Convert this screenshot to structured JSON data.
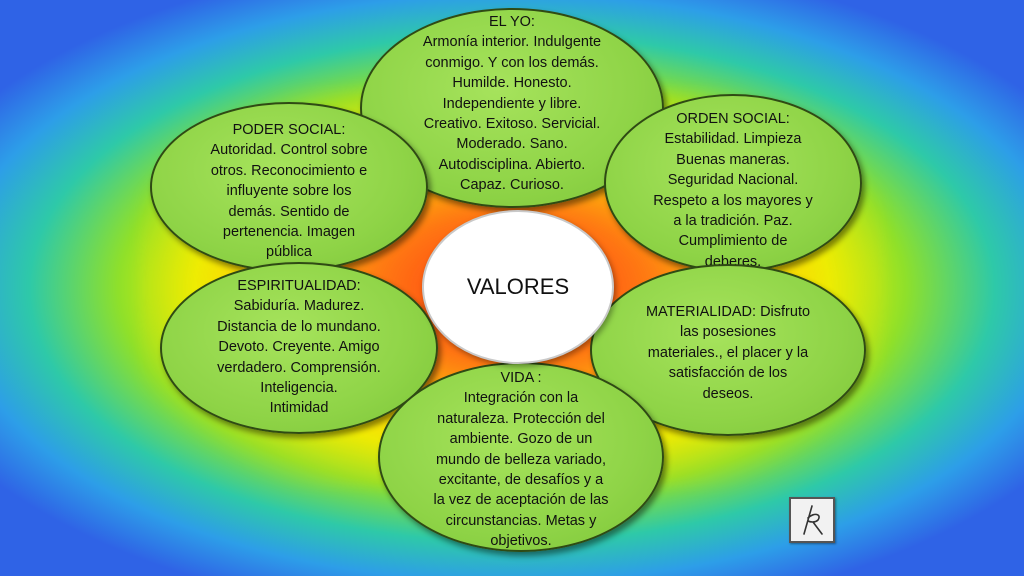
{
  "center_label": "VALORES",
  "petals": {
    "el_yo": "EL YO:\nArmonía interior. Indulgente\nconmigo. Y con los demás.\nHumilde. Honesto.\nIndependiente  y libre.\nCreativo. Exitoso.  Servicial.\nModerado.  Sano.\nAutodisciplina. Abierto.\nCapaz. Curioso.",
    "poder_social": "PODER SOCIAL:\nAutoridad. Control sobre\notros. Reconocimiento  e\ninfluyente sobre los\ndemás. Sentido de\npertenencia.  Imagen\npública",
    "orden_social": "ORDEN SOCIAL:\nEstabilidad. Limpieza\nBuenas maneras.\nSeguridad Nacional.\nRespeto a los mayores y\na la tradición. Paz.\nCumplimiento de\ndeberes.",
    "espiritualidad": "ESPIRITUALIDAD:\nSabiduría. Madurez.\nDistancia de lo mundano.\nDevoto. Creyente.   Amigo\nverdadero. Comprensión.\nInteligencia.\nIntimidad",
    "materialidad": "MATERIALIDAD: Disfruto\nlas posesiones\nmateriales., el placer y la\nsatisfacción de los\ndeseos.",
    "vida": "VIDA :\nIntegración con la\nnaturaleza. Protección del\nambiente. Gozo  de un\nmundo de belleza variado,\nexcitante,  de desafíos y a\nla vez de aceptación de las\ncircunstancias. Metas y\nobjetivos."
  },
  "colors": {
    "petal_fill": "#8fd447",
    "petal_border": "#2f4a14",
    "center_fill": "#ffffff"
  },
  "logo_icon": "signature-logo-icon"
}
